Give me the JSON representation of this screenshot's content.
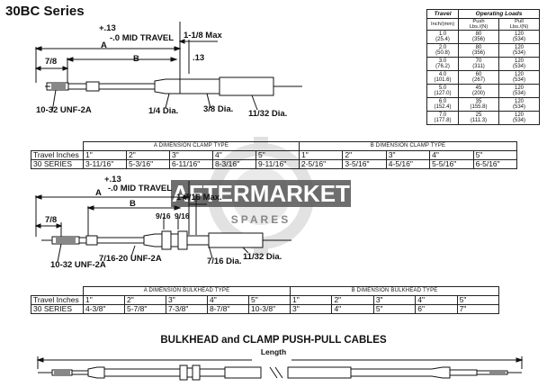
{
  "title": "30BC Series",
  "diagram1": {
    "plus13": "+.13",
    "mid_travel": "-.0 MID TRAVEL",
    "one_eighth_max": "1-1/8 Max",
    "a": "A",
    "b": "B",
    "seven_eighth": "7/8",
    "dot13": ".13",
    "thread": "10-32 UNF-2A",
    "quarter_dia": "1/4 Dia.",
    "three_eighth_dia": "3/8 Dia.",
    "eleven32_dia": "11/32 Dia."
  },
  "operating_loads": {
    "header_travel": "Travel",
    "header_loads": "Operating Loads",
    "sub_travel": "Inch/(mm)",
    "sub_push": "Push",
    "sub_push_unit": "Lbs./(N)",
    "sub_pull": "Pull",
    "sub_pull_unit": "Lbs./(N)",
    "rows": [
      {
        "t": "1.0",
        "tm": "(25.4)",
        "push": "80",
        "pushn": "(356)",
        "pull": "120",
        "pulln": "(534)"
      },
      {
        "t": "2.0",
        "tm": "(50.8)",
        "push": "80",
        "pushn": "(356)",
        "pull": "120",
        "pulln": "(534)"
      },
      {
        "t": "3.0",
        "tm": "(76.2)",
        "push": "70",
        "pushn": "(311)",
        "pull": "120",
        "pulln": "(534)"
      },
      {
        "t": "4.0",
        "tm": "(101.6)",
        "push": "60",
        "pushn": "(267)",
        "pull": "120",
        "pulln": "(534)"
      },
      {
        "t": "5.0",
        "tm": "(127.0)",
        "push": "45",
        "pushn": "(200)",
        "pull": "120",
        "pulln": "(534)"
      },
      {
        "t": "6.0",
        "tm": "(152.4)",
        "push": "35",
        "pushn": "(155.8)",
        "pull": "120",
        "pulln": "(534)"
      },
      {
        "t": "7.0",
        "tm": "(177.8)",
        "push": "25",
        "pushn": "(111.3)",
        "pull": "120",
        "pulln": "(534)"
      }
    ]
  },
  "clamp_table": {
    "a_caption": "A DIMENSION CLAMP TYPE",
    "b_caption": "B DIMENSION CLAMP TYPE",
    "row1_label": "Travel Inches",
    "row2_label": "30 SERIES",
    "a_travel": [
      "1\"",
      "2\"",
      "3\"",
      "4\"",
      "5\""
    ],
    "b_travel": [
      "1\"",
      "2\"",
      "3\"",
      "4\"",
      "5\""
    ],
    "a_values": [
      "3-11/16\"",
      "5-3/16\"",
      "6-11/16\"",
      "8-3/16\"",
      "9-11/16\""
    ],
    "b_values": [
      "2-5/16\"",
      "3-5/16\"",
      "4-5/16\"",
      "5-5/16\"",
      "6-5/16\""
    ]
  },
  "diagram2": {
    "plus13": "+.13",
    "mid_travel": "-.0 MID TRAVEL",
    "seven16_max": "1-7/16 Max.",
    "a": "A",
    "b": "B",
    "nine16a": "9/16",
    "nine16b": "9/16",
    "seven_eighth": "7/8",
    "thread_big": "7/16-20 UNF-2A",
    "thread": "10-32 UNF-2A",
    "seven16_dia": "7/16 Dia.",
    "eleven32_dia": "11/32 Dia."
  },
  "bulkhead_table": {
    "a_caption": "A DIMENSION BULKHEAD TYPE",
    "b_caption": "B DIMENSION BULKHEAD TYPE",
    "row1_label": "Travel Inches",
    "row2_label": "30 SERIES",
    "a_travel": [
      "1\"",
      "2\"",
      "3\"",
      "4\"",
      "5\""
    ],
    "b_travel": [
      "1\"",
      "2\"",
      "3\"",
      "4\"",
      "5\""
    ],
    "a_values": [
      "4-3/8\"",
      "5-7/8\"",
      "7-3/8\"",
      "8-7/8\"",
      "10-3/8\""
    ],
    "b_values": [
      "3\"",
      "4\"",
      "5\"",
      "6\"",
      "7\""
    ]
  },
  "bottom_title": "BULKHEAD and CLAMP PUSH-PULL CABLES",
  "length_label": "Length",
  "watermark": {
    "line1": "AFTERMARKET",
    "line2": "SPARES"
  }
}
